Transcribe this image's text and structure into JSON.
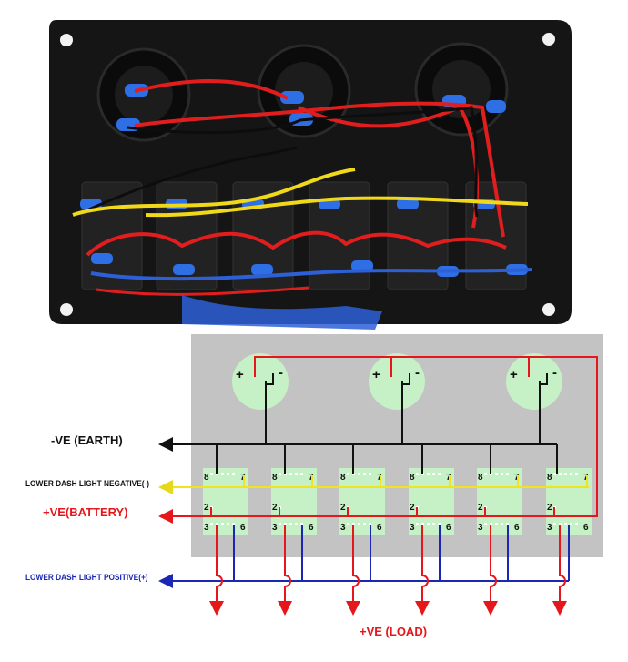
{
  "labels": {
    "earth": "-VE (EARTH)",
    "lower_negative": "LOWER DASH LIGHT NEGATIVE(-)",
    "battery": "+VE(BATTERY)",
    "lower_positive": "LOWER DASH LIGHT POSITIVE(+)",
    "load": "+VE (LOAD)"
  },
  "socket_terminals": {
    "plus": "+",
    "minus": "-"
  },
  "switch_pins": [
    "8",
    "7",
    "2",
    "3",
    "6"
  ],
  "socket_count": 3,
  "switch_count": 6,
  "colors": {
    "positive": "#e5161c",
    "negative": "#111111",
    "lower_negative": "#f0e320",
    "lower_positive": "#1b27b4",
    "switch_fill": "#c6f0c6",
    "panel_bg": "#c3c3c3",
    "photo_panel": "#151515"
  }
}
